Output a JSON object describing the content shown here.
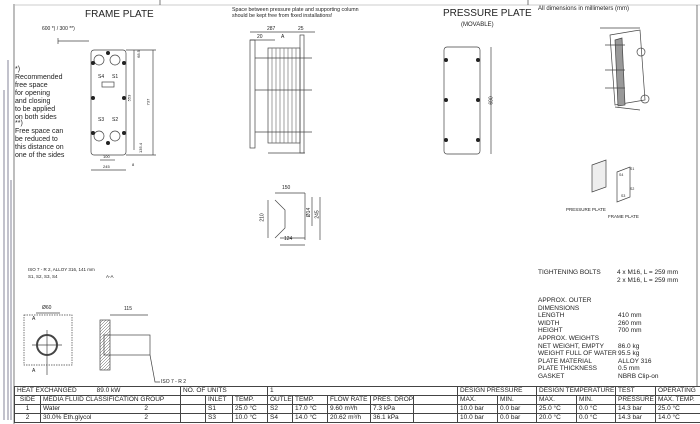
{
  "frame_plate": {
    "title": "FRAME PLATE",
    "free_space": "600 *) / 300 **)",
    "ports_top": [
      "S4",
      "S1"
    ],
    "ports_bottom": [
      "S3",
      "S2"
    ],
    "dims": [
      "68.5",
      "553",
      "737",
      "100",
      "245",
      "135.4",
      "8"
    ]
  },
  "notes": {
    "note1": "*)\nRecommended\nfree space\nfor opening\nand closing\nto be applied\non both sides",
    "note2": "**)\nFree space can\nbe reduced to\nthis distance on\none of the sides"
  },
  "side_view": {
    "warning": "Space between pressure plate and supporting column\nshould be kept free from fixed installations!",
    "dims": [
      "287",
      "25",
      "20",
      "A"
    ]
  },
  "foot_view": {
    "dims": [
      "150",
      "210",
      "Ø14",
      "245",
      "124"
    ]
  },
  "pressure_plate": {
    "title": "PRESSURE PLATE",
    "subtitle": "(MOVABLE)",
    "dim": "690"
  },
  "units_note": "All dimensions in millimeters (mm)",
  "iso_labels": {
    "connection": "ISO 7 - R 2, ALLOY 316, 141 mm",
    "ports": "S1, S2, S3, S4",
    "section": "A-A",
    "thread": "ISO 7 - R 2",
    "diam": "Ø60",
    "length": "115",
    "a": "A"
  },
  "iso_view": {
    "pressure_plate": "PRESSURE PLATE",
    "frame_plate": "FRAME PLATE",
    "ports": [
      "S1",
      "S4",
      "S2",
      "S3"
    ]
  },
  "specs": {
    "bolts_label": "TIGHTENING BOLTS",
    "bolts": [
      "4 x M16, L = 259 mm",
      "2 x M16, L = 259 mm"
    ],
    "rows": [
      [
        "APPROX. OUTER DIMENSIONS",
        ""
      ],
      [
        "LENGTH",
        "410 mm"
      ],
      [
        "WIDTH",
        "260 mm"
      ],
      [
        "HEIGHT",
        "700 mm"
      ],
      [
        "APPROX. WEIGHTS",
        ""
      ],
      [
        "NET WEIGHT, EMPTY",
        "86.0 kg"
      ],
      [
        "WEIGHT FULL OF WATER",
        "95.5 kg"
      ],
      [
        "PLATE MATERIAL",
        "ALLOY 316"
      ],
      [
        "PLATE THICKNESS",
        "0.5 mm"
      ],
      [
        "GASKET",
        "NBRB Clip-on"
      ]
    ]
  },
  "table": {
    "heat_label": "HEAT EXCHANGED",
    "heat_value": "89.0 kW",
    "units_label": "NO. OF UNITS",
    "units_value": "1",
    "group_headers": [
      "DESIGN PRESSURE",
      "DESIGN TEMPERATURE",
      "TEST",
      "OPERATING"
    ],
    "headers": [
      "SIDE",
      "MEDIA  FLUID CLASSIFICATION GROUP",
      "",
      "INLET",
      "TEMP.",
      "OUTLET",
      "TEMP.",
      "FLOW RATE",
      "PRES. DROP",
      "",
      "MAX.",
      "MIN.",
      "MAX.",
      "MIN.",
      "PRESSURE",
      "MAX. TEMP."
    ],
    "rows": [
      [
        "1",
        "Water",
        "2",
        "S1",
        "25.0 °C",
        "S2",
        "17.0 °C",
        "9.60 m³/h",
        "7.3 kPa",
        "10.0 bar",
        "0.0 bar",
        "25.0 °C",
        "0.0 °C",
        "14.3 bar",
        "25.0 °C"
      ],
      [
        "2",
        "30.0% Eth.glycol",
        "2",
        "S3",
        "10.0 °C",
        "S4",
        "14.0 °C",
        "20.62 m³/h",
        "36.1 kPa",
        "10.0 bar",
        "0.0 bar",
        "20.0 °C",
        "0.0 °C",
        "14.3 bar",
        "14.0 °C"
      ]
    ]
  }
}
